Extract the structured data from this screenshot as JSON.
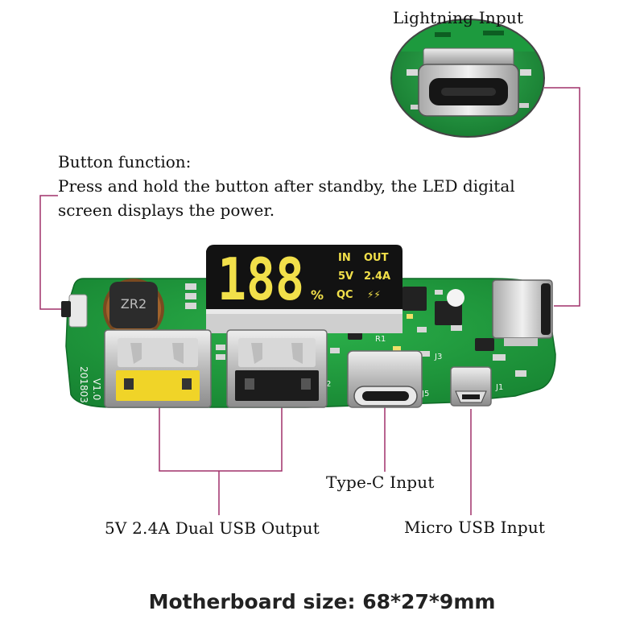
{
  "callouts": {
    "lightning_input": "Lightning Input",
    "button_function_title": "Button function:",
    "button_function_line1": "Press and hold the button after standby, the LED digital",
    "button_function_line2": "screen displays the power.",
    "type_c_input": "Type-C Input",
    "dual_usb_output": "5V 2.4A Dual USB Output",
    "micro_usb_input": "Micro USB Input"
  },
  "footer": {
    "board_size": "Motherboard size: 68*27*9mm"
  },
  "display": {
    "digits": "188",
    "percent": "%",
    "label_in": "IN",
    "label_out": "OUT",
    "label_5v": "5V",
    "label_2_4a": "2.4A",
    "label_qc": "QC",
    "bolt_symbol": "⚡⚡"
  },
  "board_markings": {
    "inductor": "ZR2",
    "silk_code": "201803",
    "silk_ver": "V1.0",
    "j5": "J5",
    "j2": "J2",
    "j1": "J1",
    "j3": "J3",
    "r1": "R1"
  },
  "colors": {
    "pcb_green": "#1f9a3c",
    "pcb_dark": "#157a2c",
    "callout_line": "#a0306a",
    "lcd_yellow": "#f2e04a",
    "usb_yellow": "#f0d428"
  }
}
